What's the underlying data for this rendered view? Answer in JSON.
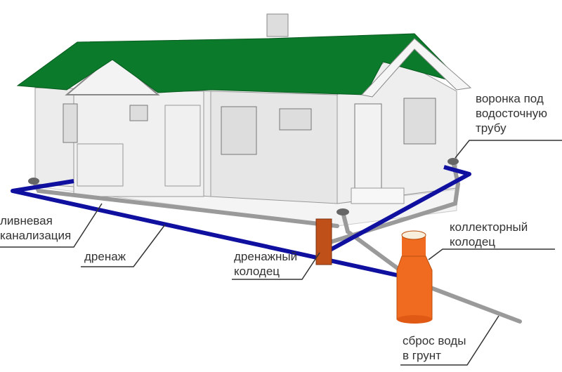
{
  "labels": {
    "funnel": "воронка под\nводосточную\nтрубу",
    "storm_sewer": "ливневая\nканализация",
    "drainage": "дренаж",
    "drain_well": "дренажный\nколодец",
    "collector_well": "коллекторный\nколодец",
    "discharge": "сброс воды\nв грунт"
  },
  "colors": {
    "roof": "#0b7a2a",
    "drain_pipe": "#1010a0",
    "storm_pipe": "#9a9a9a",
    "collector_well": "#f06a20",
    "drain_well": "#c0501a",
    "wall": "#e8e8e8"
  }
}
